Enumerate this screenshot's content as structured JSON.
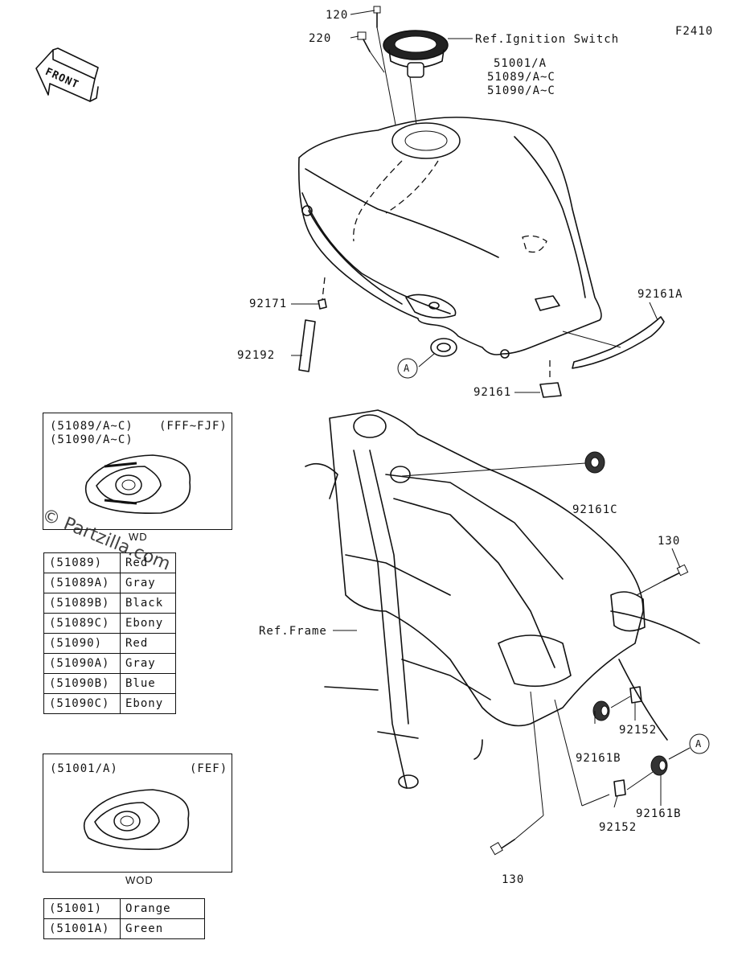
{
  "figure_code": "F2410",
  "front_label": "FRONT",
  "watermark": "© Partzilla.com",
  "callouts": {
    "c120": "120",
    "c220": "220",
    "ref_ignition": "Ref.Ignition Switch",
    "tank1": "51001/A",
    "tank2": "51089/A~C",
    "tank3": "51090/A~C",
    "c92171": "92171",
    "c92192": "92192",
    "c92161A": "92161A",
    "c92161": "92161",
    "c92161C": "92161C",
    "c130_top": "130",
    "ref_frame": "Ref.Frame",
    "c92152_r": "92152",
    "c92161B_r": "92161B",
    "c92152_b": "92152",
    "c92161B_b": "92161B",
    "c130_bottom": "130",
    "circle_a1": "A",
    "circle_a2": "A"
  },
  "inset1": {
    "parts": "(51089/A~C)",
    "parts2": "(51090/A~C)",
    "code": "(FFF~FJF)",
    "caption": "WD"
  },
  "table1": [
    {
      "part": "(51089)",
      "color": "Red"
    },
    {
      "part": "(51089A)",
      "color": "Gray"
    },
    {
      "part": "(51089B)",
      "color": "Black"
    },
    {
      "part": "(51089C)",
      "color": "Ebony"
    },
    {
      "part": "(51090)",
      "color": "Red"
    },
    {
      "part": "(51090A)",
      "color": "Gray"
    },
    {
      "part": "(51090B)",
      "color": "Blue"
    },
    {
      "part": "(51090C)",
      "color": "Ebony"
    }
  ],
  "inset2": {
    "parts": "(51001/A)",
    "code": "(FEF)",
    "caption": "WOD"
  },
  "table2": [
    {
      "part": "(51001)",
      "color": "Orange"
    },
    {
      "part": "(51001A)",
      "color": "Green"
    }
  ]
}
